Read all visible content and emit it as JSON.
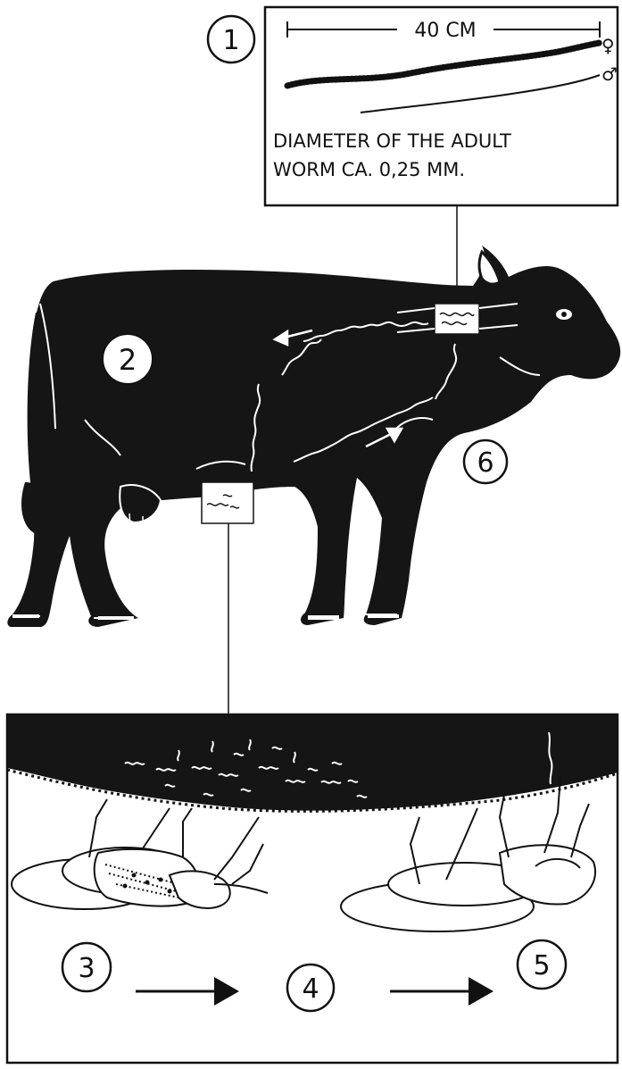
{
  "markers": {
    "m1": "1",
    "m2": "2",
    "m3": "3",
    "m4": "4",
    "m5": "5",
    "m6": "6"
  },
  "inset": {
    "scale_label": "40 CM",
    "female_symbol": "♀",
    "male_symbol": "♂",
    "caption_line1": "DIAMETER OF THE ADULT",
    "caption_line2": "WORM  CA. 0,25 MM."
  },
  "colors": {
    "ink": "#111111",
    "paper": "#ffffff"
  },
  "icons": {
    "cow": "cow-silhouette",
    "fly": "fly-icon",
    "arrow": "right-arrow-icon",
    "worm": "worm-icon"
  }
}
